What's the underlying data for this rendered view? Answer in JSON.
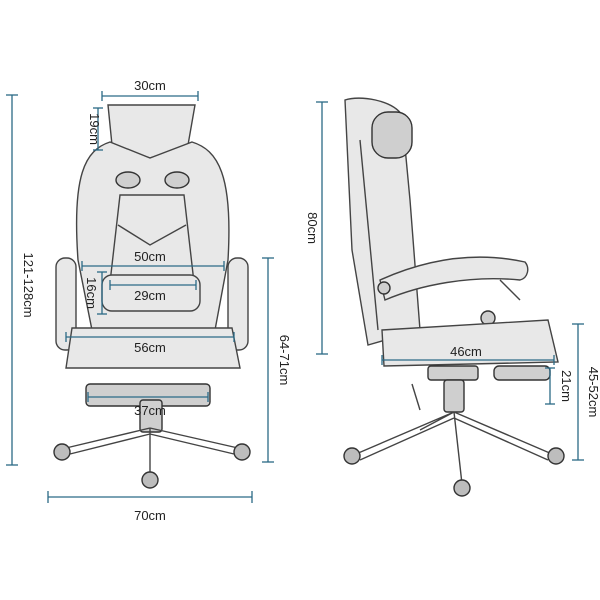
{
  "front_view": {
    "headrest_width": "30cm",
    "headrest_height": "19cm",
    "total_height": "121-128cm",
    "inner_seat_width": "50cm",
    "lumbar_height": "16cm",
    "lumbar_width": "29cm",
    "seat_width": "56cm",
    "armrest_height": "64-71cm",
    "footrest_width": "37cm",
    "base_width": "70cm"
  },
  "side_view": {
    "backrest_height": "80cm",
    "seat_depth": "46cm",
    "footrest_height": "21cm",
    "seat_height": "45-52cm"
  }
}
